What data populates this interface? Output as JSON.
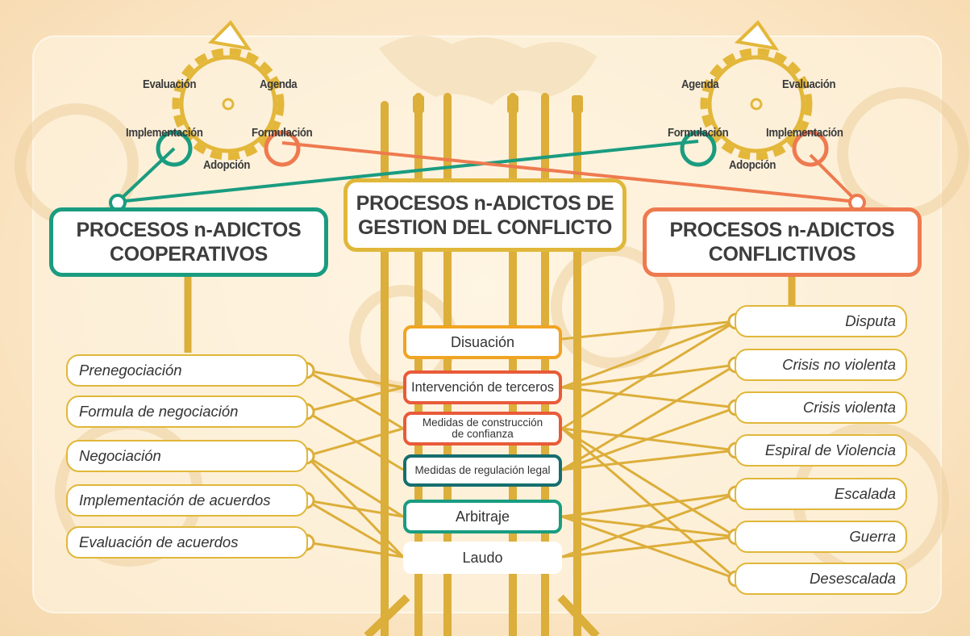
{
  "title": {
    "line1": "PROCESOS n-ADICTOS DE",
    "line2": "GESTION DEL CONFLICTO"
  },
  "cooperativos": {
    "line1": "PROCESOS n-ADICTOS",
    "line2": "COOPERATIVOS",
    "items": [
      "Prenegociación",
      "Formula de negociación",
      "Negociación",
      "Implementación de acuerdos",
      "Evaluación de acuerdos"
    ]
  },
  "conflictivos": {
    "line1": "PROCESOS n-ADICTOS",
    "line2": "CONFLICTIVOS",
    "items": [
      "Disputa",
      "Crisis no violenta",
      "Crisis violenta",
      "Espiral de Violencia",
      "Escalada",
      "Guerra",
      "Desescalada"
    ]
  },
  "mechanisms": {
    "disuacion": "Disuación",
    "intervencion": "Intervención de terceros",
    "medidas_conf_1": "Medidas de construcción",
    "medidas_conf_2": "de confianza",
    "medidas_legal": "Medidas de regulación legal",
    "arbitraje": "Arbitraje",
    "laudo": "Laudo"
  },
  "cycle_left": {
    "evaluacion": "Evaluación",
    "agenda": "Agenda",
    "implementacion": "Implementación",
    "formulacion": "Formulación",
    "adopcion": "Adopción"
  },
  "cycle_right": {
    "agenda": "Agenda",
    "evaluacion": "Evaluación",
    "formulacion": "Formulación",
    "implementacion": "Implementación",
    "adopcion": "Adopción"
  },
  "colors": {
    "gold": "#e0b73a",
    "teal": "#1a9c80",
    "orange": "#ee7a4f",
    "amber": "#f0a423",
    "red_orange": "#e85b3a",
    "dark_teal": "#166e6e"
  }
}
